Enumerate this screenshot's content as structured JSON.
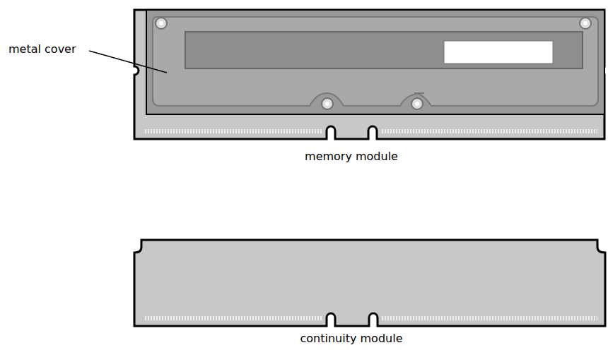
{
  "diagram": {
    "labels": [
      "metal cover",
      "memory module",
      "continuity module"
    ]
  }
}
